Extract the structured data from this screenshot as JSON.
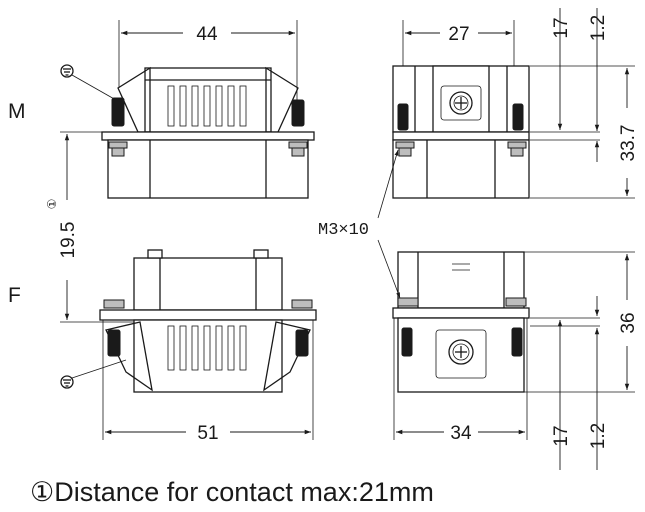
{
  "labels": {
    "view_m": "M",
    "view_f": "F",
    "screw": "M3×10",
    "footnote_mark": "①"
  },
  "dimensions": {
    "m_front_width": "44",
    "m_side_width": "27",
    "m_side_height_a": "17",
    "m_side_height_b": "1.2",
    "m_side_height_c": "33.7",
    "contact_distance": "19.5",
    "f_front_width": "51",
    "f_side_width": "34",
    "f_side_height_a": "36",
    "f_side_height_b": "17",
    "f_side_height_c": "1.2"
  },
  "footnote": "①Distance for contact max:21mm"
}
